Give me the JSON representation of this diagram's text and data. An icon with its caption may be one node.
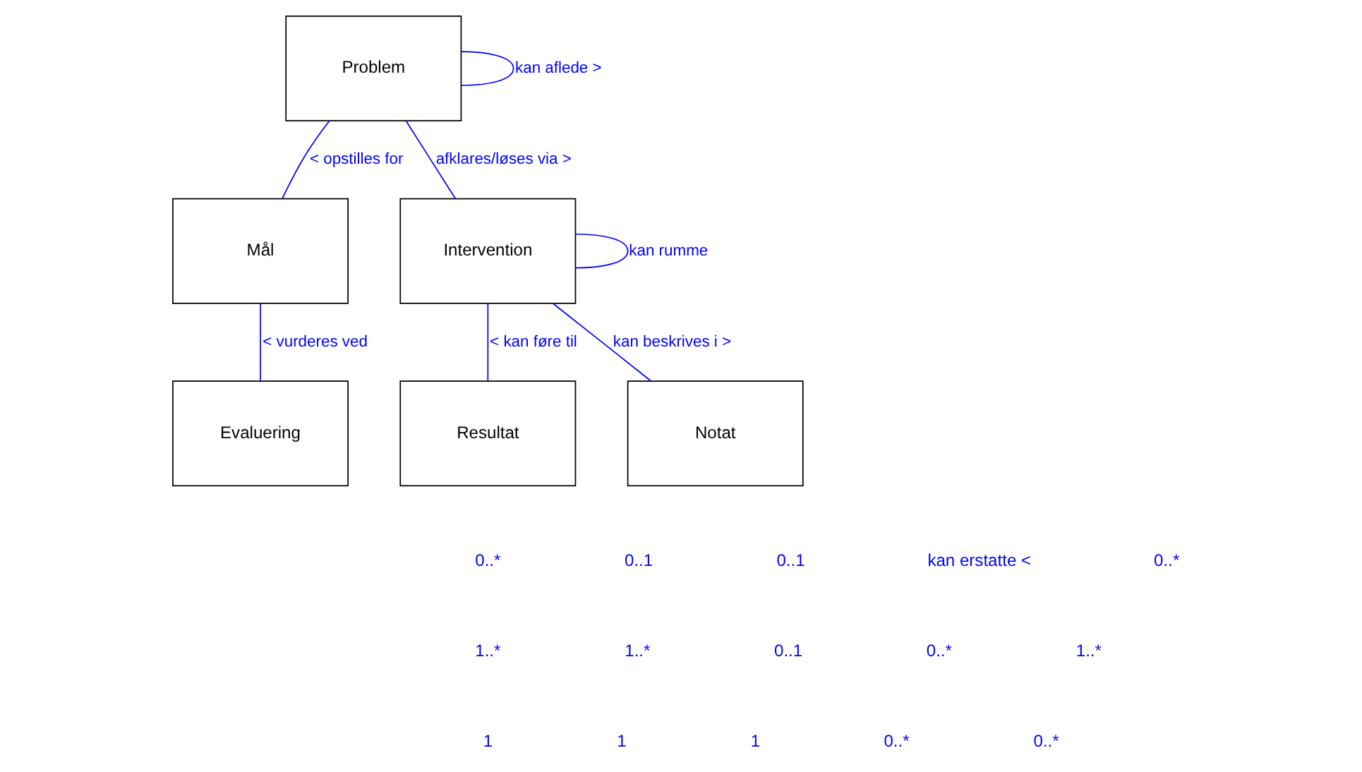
{
  "diagram": {
    "nodes": [
      {
        "text": [
          "Problem"
        ]
      },
      {
        "text": [
          "Mål"
        ]
      },
      {
        "text": [
          "Intervention"
        ]
      },
      {
        "text": [
          "Evaluering"
        ]
      },
      {
        "text": [
          "Resultat"
        ]
      },
      {
        "text": [
          "Notat"
        ]
      }
    ],
    "edges": [
      {
        "from": 0,
        "to": 2,
        "arrow": "none",
        "label": "afklares/løses via >"
      },
      {
        "from": 0,
        "to": 1,
        "arrow": "none",
        "label": "< opstilles for"
      },
      {
        "from": 0,
        "to": 0,
        "arrow": "none",
        "label": "kan aflede >"
      },
      {
        "from": 1,
        "to": 3,
        "arrow": "none",
        "label": "< vurderes ved"
      },
      {
        "from": 2,
        "to": 2,
        "arrow": "none",
        "label": "kan rumme"
      },
      {
        "from": 2,
        "to": 4,
        "arrow": "none",
        "label": "< kan føre til"
      },
      {
        "from": 2,
        "to": 5,
        "arrow": "none",
        "label": "kan beskrives i >"
      }
    ],
    "labels": [
      "0..*",
      "0..1",
      "0..1",
      "kan erstatte <",
      "0..*",
      "1..*",
      "1..*",
      "0..1",
      "0..*",
      "1..*",
      "1",
      "1",
      "1",
      "0..*",
      "0..*"
    ]
  }
}
